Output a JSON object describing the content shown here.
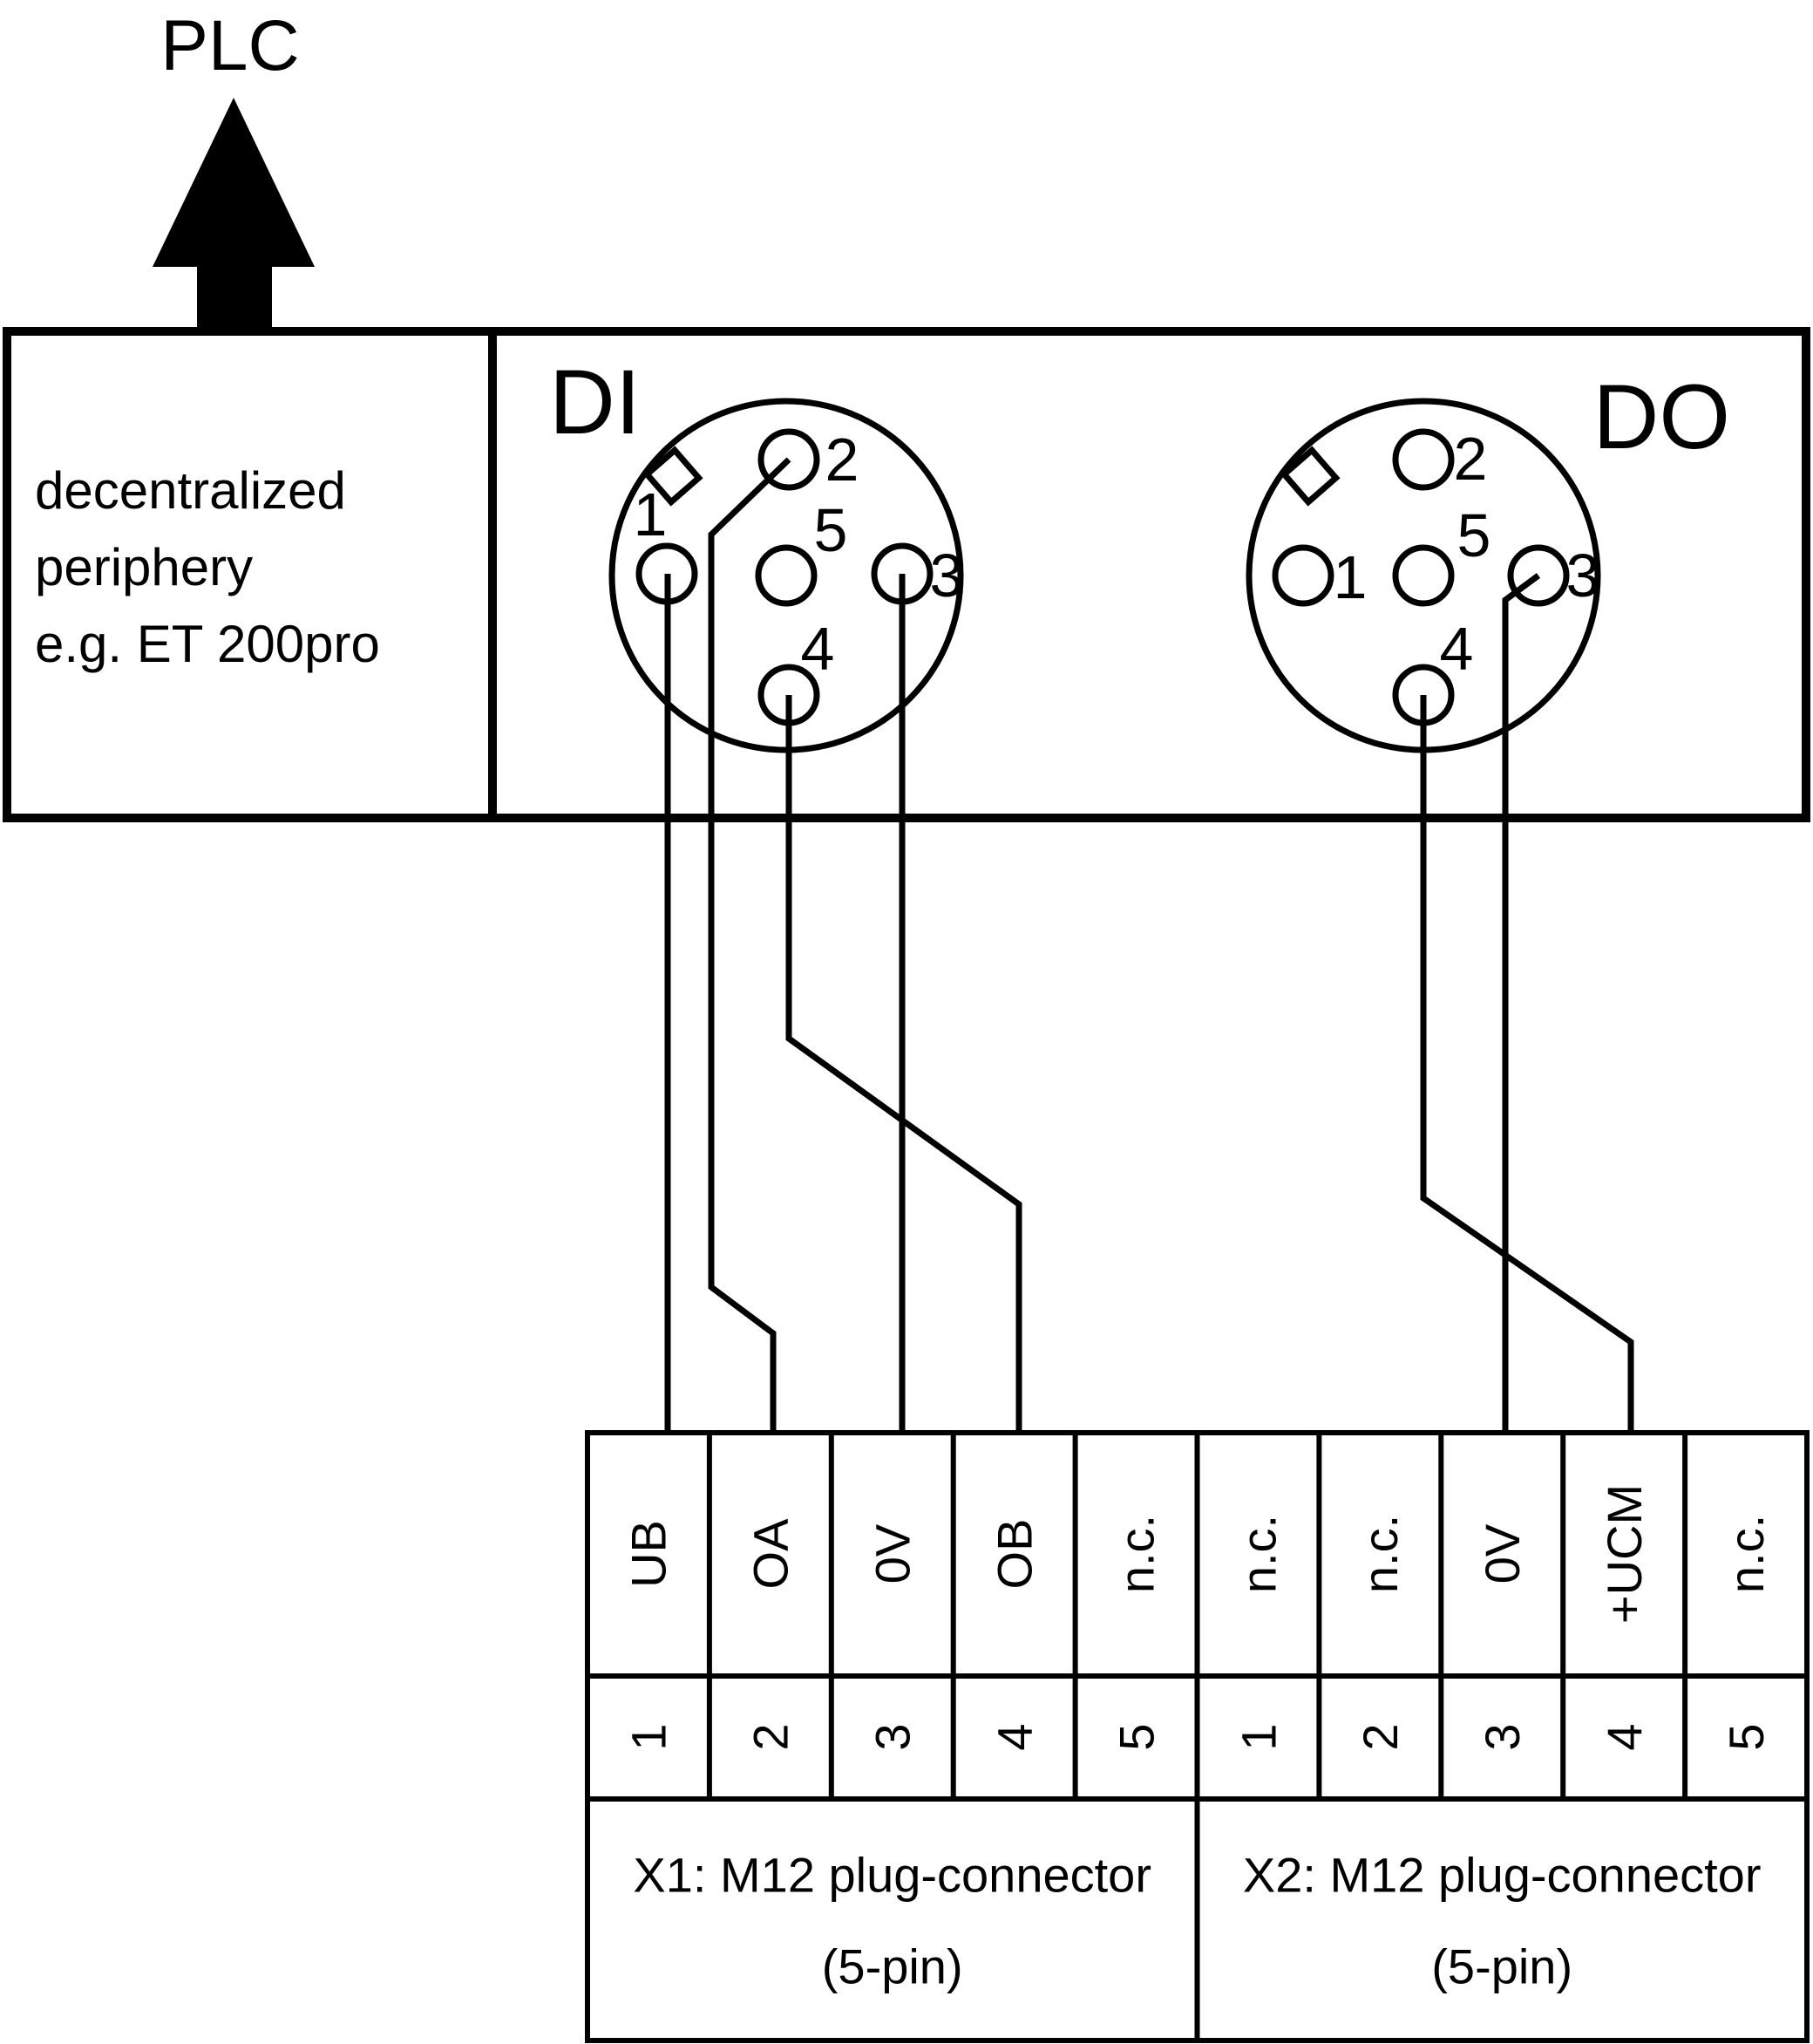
{
  "plc": {
    "label": "PLC"
  },
  "periphery": {
    "line1": "decentralized",
    "line2": "periphery",
    "line3": "e.g. ET 200pro"
  },
  "connectors": {
    "di": {
      "title": "DI",
      "pin_labels": [
        "1",
        "2",
        "3",
        "4",
        "5"
      ]
    },
    "do": {
      "title": "DO",
      "pin_labels": [
        "1",
        "2",
        "3",
        "4",
        "5"
      ]
    }
  },
  "table": {
    "x1": {
      "signals": [
        "UB",
        "OA",
        "0V",
        "OB",
        "n.c."
      ],
      "pins": [
        "1",
        "2",
        "3",
        "4",
        "5"
      ],
      "label": "X1: M12 plug-connector",
      "sublabel": "(5-pin)"
    },
    "x2": {
      "signals": [
        "n.c.",
        "n.c.",
        "0V",
        "+UCM",
        "n.c."
      ],
      "pins": [
        "1",
        "2",
        "3",
        "4",
        "5"
      ],
      "label": "X2: M12 plug-connector",
      "sublabel": "(5-pin)"
    }
  },
  "colors": {
    "ink": "#000000",
    "paper": "#ffffff"
  }
}
